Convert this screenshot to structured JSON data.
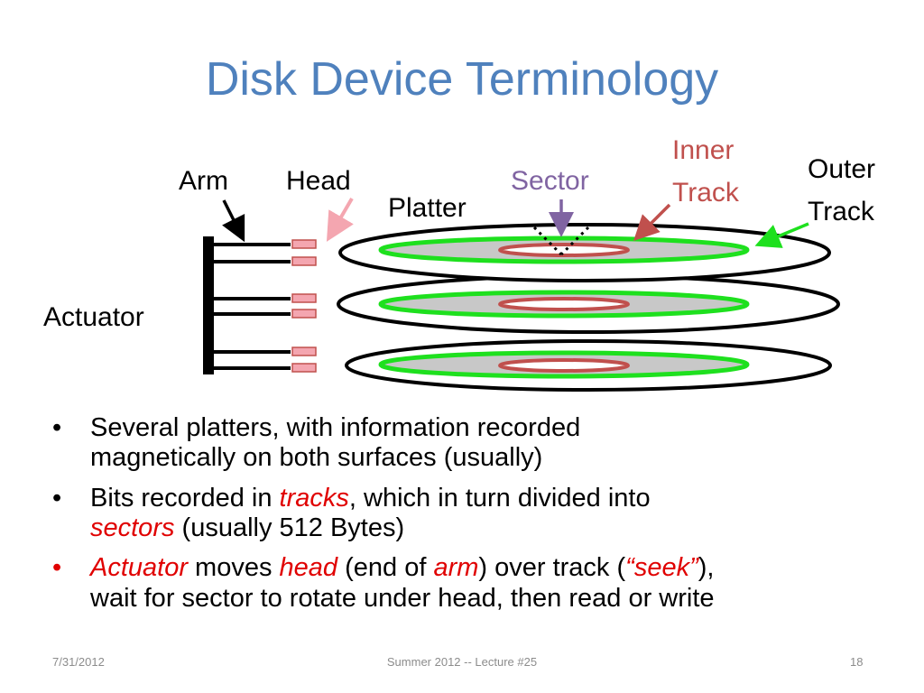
{
  "title": "Disk Device Terminology",
  "labels": {
    "arm": "Arm",
    "head": "Head",
    "platter": "Platter",
    "sector": "Sector",
    "inner_track_1": "Inner",
    "inner_track_2": "Track",
    "outer_track_1": "Outer",
    "outer_track_2": "Track",
    "actuator": "Actuator"
  },
  "colors": {
    "title": "#4f81bd",
    "sector": "#8064a2",
    "inner_track": "#c0504d",
    "track_green": "#1ee01e",
    "platter_fill": "#c8c8c8",
    "head_fill": "#f4a6b0",
    "head_stroke": "#c0504d",
    "emphasis_red": "#e00000"
  },
  "bullets": [
    {
      "bullet": "•",
      "line1": "Several platters, with information recorded",
      "line2": "magnetically on both surfaces (usually)"
    },
    {
      "bullet": "•",
      "p1": "Bits recorded in ",
      "p2": "tracks",
      "p3": ", which in turn divided into",
      "p4": "sectors",
      "p5": " (usually 512 Bytes)"
    },
    {
      "bullet": "•",
      "p1": "Actuator",
      "p2": " moves ",
      "p3": "head",
      "p4": " (end of ",
      "p5": "arm",
      "p6": ") over track (",
      "p7": "“seek”",
      "p8": "),",
      "p9": "wait for sector to rotate under head, then read or write"
    }
  ],
  "footer": {
    "date": "7/31/2012",
    "center": "Summer 2012 -- Lecture #25",
    "page": "18"
  }
}
